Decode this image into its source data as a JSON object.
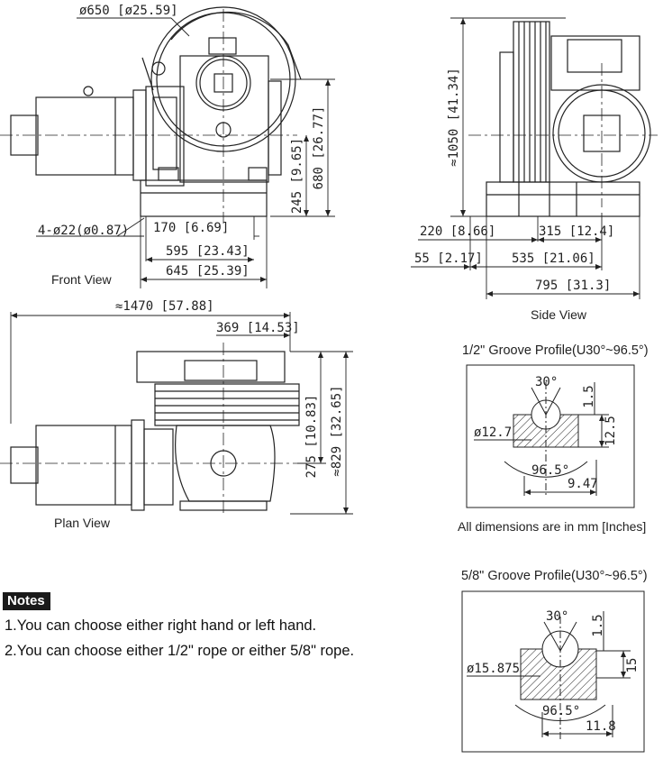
{
  "front_view": {
    "title": "Front View",
    "dim_sheave": "ø650 [ø25.59]",
    "dim_height_total": "680 [26.77]",
    "dim_height_base": "245 [9.65]",
    "dim_holes": "4-ø22(ø0.87)",
    "dim_170": "170 [6.69]",
    "dim_595": "595 [23.43]",
    "dim_645": "645 [25.39]"
  },
  "side_view": {
    "title": "Side View",
    "dim_height": "≈1050 [41.34]",
    "dim_220": "220 [8.66]",
    "dim_315": "315 [12.4]",
    "dim_55": "55 [2.17]",
    "dim_535": "535 [21.06]",
    "dim_795": "795 [31.3]"
  },
  "plan_view": {
    "title": "Plan View",
    "dim_length": "≈1470 [57.88]",
    "dim_369": "369 [14.53]",
    "dim_275": "275 [10.83]",
    "dim_829": "≈829 [32.65]"
  },
  "groove_half": {
    "title": "1/2\" Groove Profile(U30°~96.5°)",
    "angle_top": "30°",
    "dim_15": "1.5",
    "dim_dia": "ø12.7",
    "dim_125": "12.5",
    "angle_bottom": "96.5°",
    "dim_947": "9.47"
  },
  "units_note": "All dimensions are in mm [Inches]",
  "groove_five_eighths": {
    "title": "5/8\" Groove Profile(U30°~96.5°)",
    "angle_top": "30°",
    "dim_15": "1.5",
    "dim_dia": "ø15.875",
    "dim_15b": "15",
    "angle_bottom": "96.5°",
    "dim_118": "11.8"
  },
  "notes": {
    "label": "Notes",
    "items": [
      "1.You can choose either right hand or left hand.",
      "2.You can choose either 1/2\" rope or either 5/8\" rope."
    ]
  }
}
